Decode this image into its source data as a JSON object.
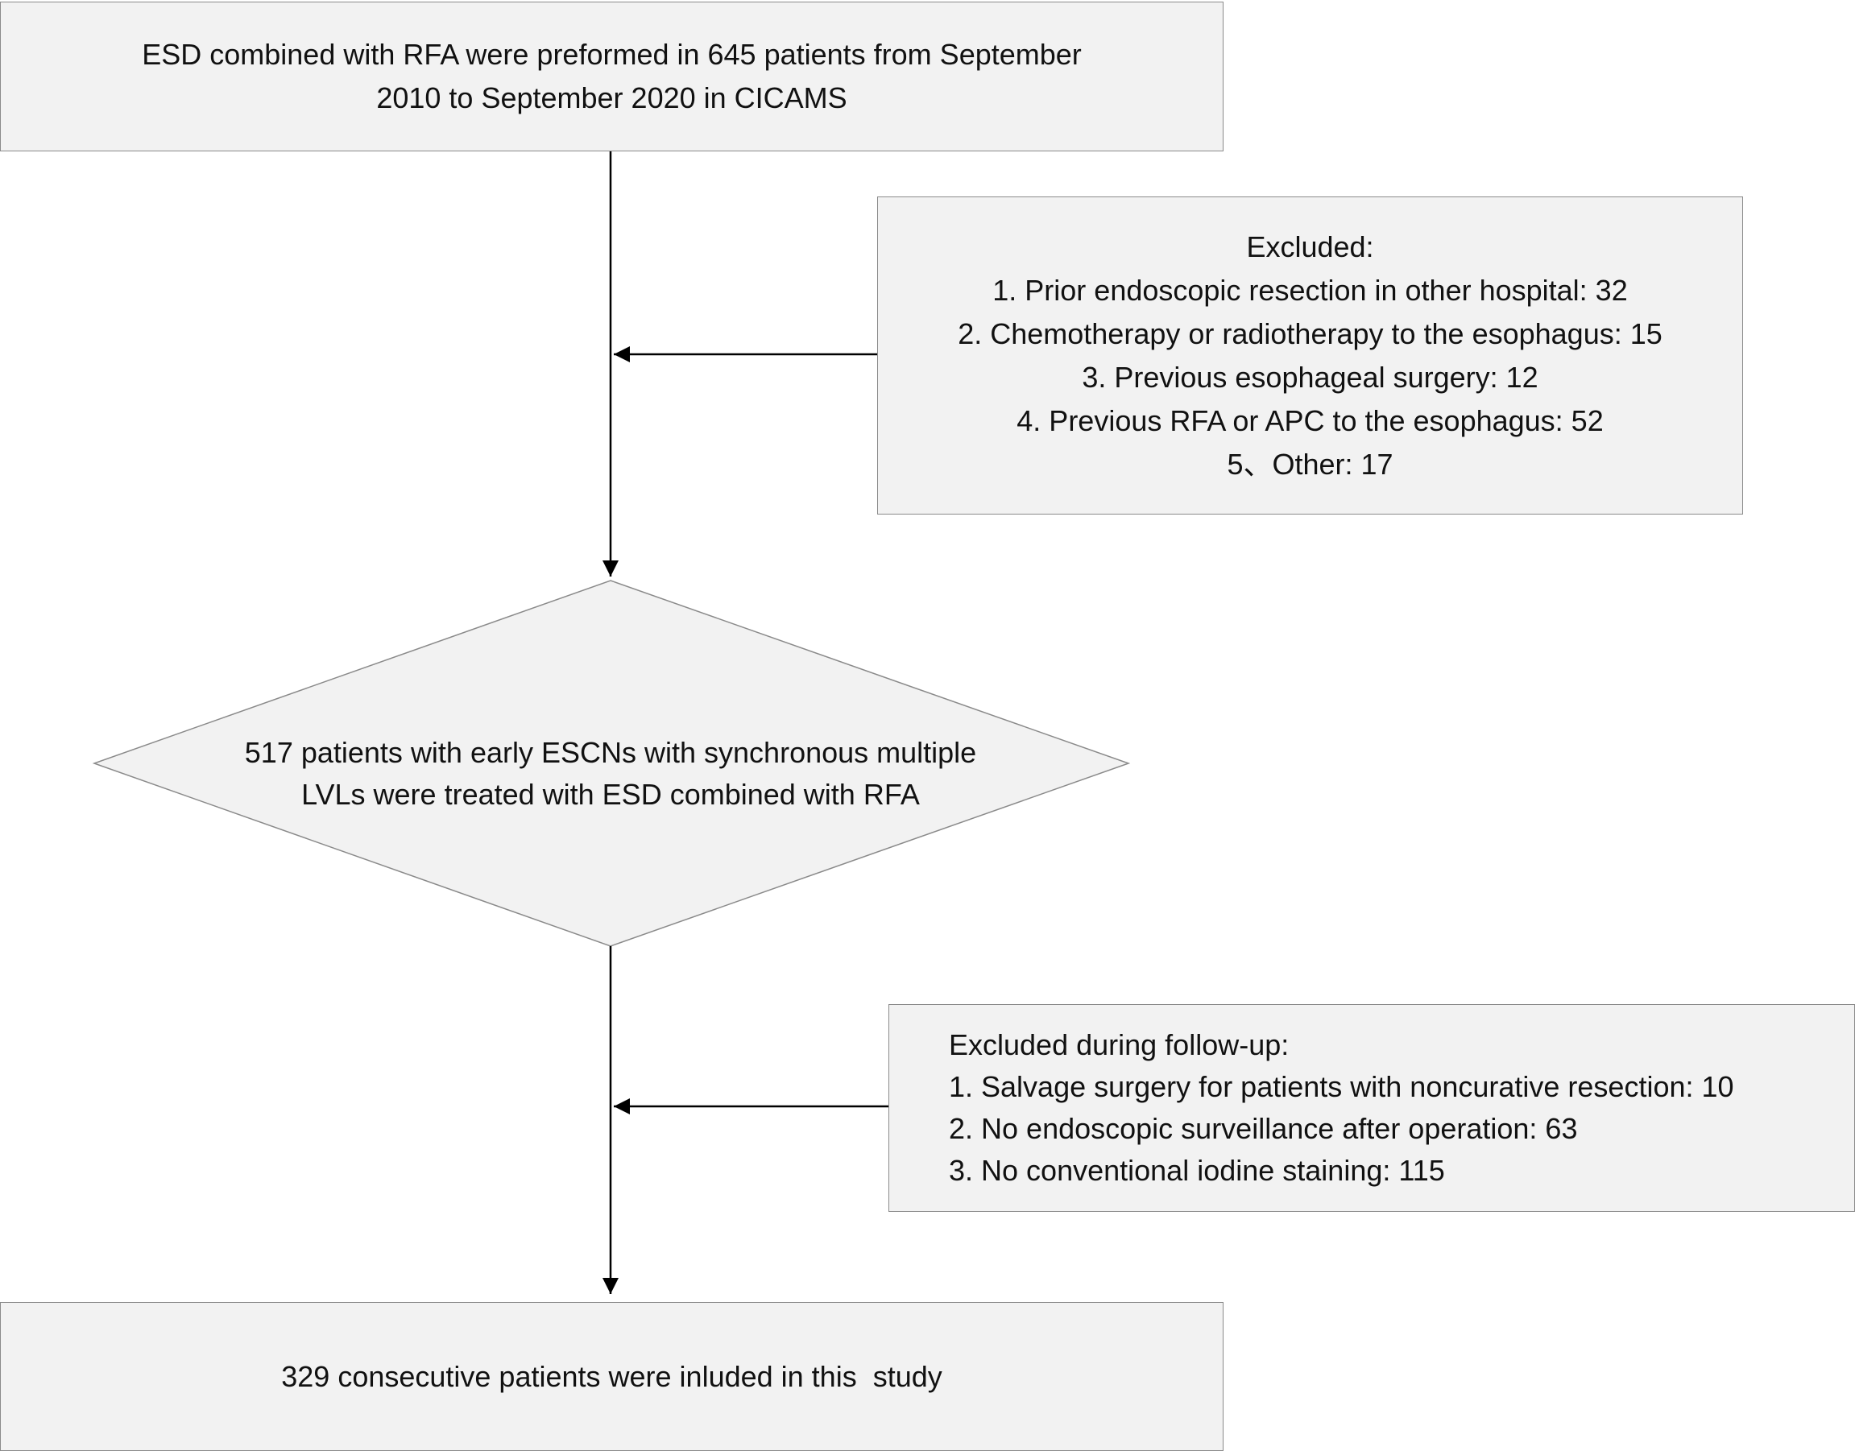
{
  "start": {
    "lines": [
      "ESD combined with RFA were preformed in 645 patients from September",
      "2010 to September 2020 in CICAMS"
    ]
  },
  "exclusion1": {
    "lines": [
      "Excluded:",
      "1. Prior endoscopic resection in other hospital: 32",
      "2. Chemotherapy or radiotherapy to the esophagus: 15",
      "3. Previous esophageal surgery: 12",
      "4. Previous RFA or APC to the esophagus: 52",
      "5、Other: 17"
    ]
  },
  "decision": {
    "lines": [
      "517 patients with early ESCNs with synchronous multiple",
      "LVLs were treated with ESD combined with RFA"
    ]
  },
  "exclusion2": {
    "lines": [
      "Excluded during follow-up:",
      "1. Salvage surgery for patients with noncurative resection: 10",
      "2. No endoscopic surveillance after operation: 63",
      "3. No conventional iodine staining: 115"
    ]
  },
  "final": {
    "lines": [
      "329 consecutive patients were inluded in this  study"
    ]
  },
  "colors": {
    "box_fill": "#f2f2f2",
    "box_border": "#8a8a8a",
    "line": "#000000"
  }
}
